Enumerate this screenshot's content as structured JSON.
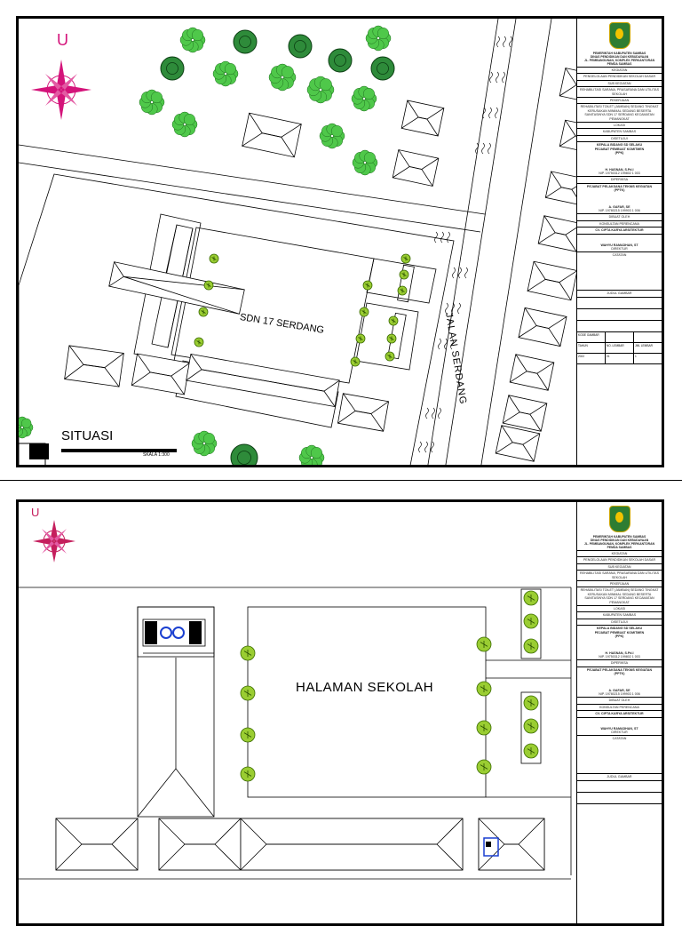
{
  "sheet1": {
    "north_label": "U",
    "school_label": "SDN 17 SERDANG",
    "road_label": "JALAN SERDANG",
    "title": "SITUASI",
    "scale": "SKALA 1:300"
  },
  "sheet2": {
    "north_label": "U",
    "yard_label": "HALAMAN SEKOLAH"
  },
  "title_block": {
    "agency_1": "PEMERINTAH KABUPATEN SAMBAS",
    "agency_2": "DINAS PENDIDIKAN DAN KEBUDAYAAN",
    "agency_3": "JL. PEMBANGUNAN, KOMPLEK PERKANTORAN PEMDA SAMBAS",
    "kegiatan_label": "KEGIATAN",
    "kegiatan_value": "PENGELOLAAN PENDIDIKAN SEKOLAH DASAR",
    "sub_kegiatan_label": "SUB KEGIATAN",
    "sub_kegiatan_value": "REHABILITASI SARANA, PRASARANA DAN UTILITAS SEKOLAH",
    "pekerjaan_label": "PEKERJAAN",
    "pekerjaan_value": "REHABILITASI TOILET (JAMBAN) SEDANG TINGKAT KERUSAKAN MINIMAL SEDANG BESERTA SANITASINYA SDN 17 SERDANG KECAMATAN PEMANGKAT",
    "lokasi_label": "LOKASI",
    "lokasi_value": "KABUPATEN SAMBAS",
    "disetujui_label": "DISETUJUI",
    "kepala_1": "KEPALA BIDANG SD SELAKU",
    "kepala_2": "PEJABAT PEMBUAT KOMITMEN",
    "kepala_3": "(PPK)",
    "ppk_name": "H. HASNAN, S.Pd.I",
    "ppk_nip": "NIP. 19750312 199802 1 003",
    "diperiksa_label": "DIPERIKSA",
    "pptk_1": "PEJABAT PELAKSANA TEKNIS KEGIATAN",
    "pptk_2": "(PPTK)",
    "pptk_name": "A. GAFAR, SE",
    "pptk_nip": "NIP. 19780215 199903 1 006",
    "dibuat_label": "DIBUAT OLEH",
    "konsultan_label": "KONSULTAN PERENCANA",
    "konsultan_name": "CV. CIPTA KARYA ARSITEKTUR",
    "pimpinan_name": "WAHYU RAMADHAN, ST",
    "pimpinan_role": "DIREKTUR",
    "catatan_label": "CATATAN",
    "judul_label": "JUDUL GAMBAR",
    "kode_label": "KODE GAMBAR",
    "tahun_label": "TAHUN",
    "tahun_value": "2022",
    "lembar_label": "NO. LEMBAR",
    "lembar_value": "01",
    "jumlah_label": "JML LEMBAR",
    "jumlah_value": "1"
  }
}
